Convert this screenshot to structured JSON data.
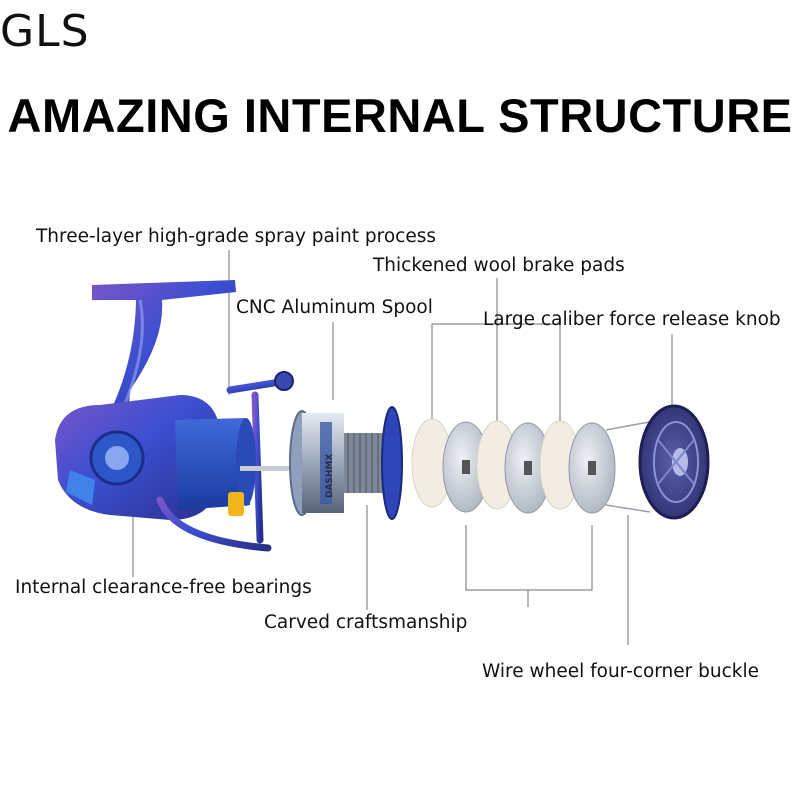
{
  "brand": "GLS",
  "title": "AMAZING INTERNAL STRUCTURE",
  "labels": {
    "spray_paint": "Three-layer high-grade spray paint process",
    "brake_pads": "Thickened wool brake pads",
    "aluminum_spool": "CNC Aluminum Spool",
    "release_knob": "Large caliber force release knob",
    "bearings": "Internal clearance-free bearings",
    "craftsmanship": "Carved craftsmanship",
    "buckle": "Wire wheel four-corner buckle"
  },
  "spool_engraving": "DASHMX",
  "colors": {
    "reel_blue": "#2f4fc4",
    "reel_purple": "#6a4fc0",
    "felt": "#f1ede2",
    "metal_washer": "#bfc6d0",
    "leader_line": "#8a8a8a",
    "handle_knob": "#f0b51c"
  }
}
